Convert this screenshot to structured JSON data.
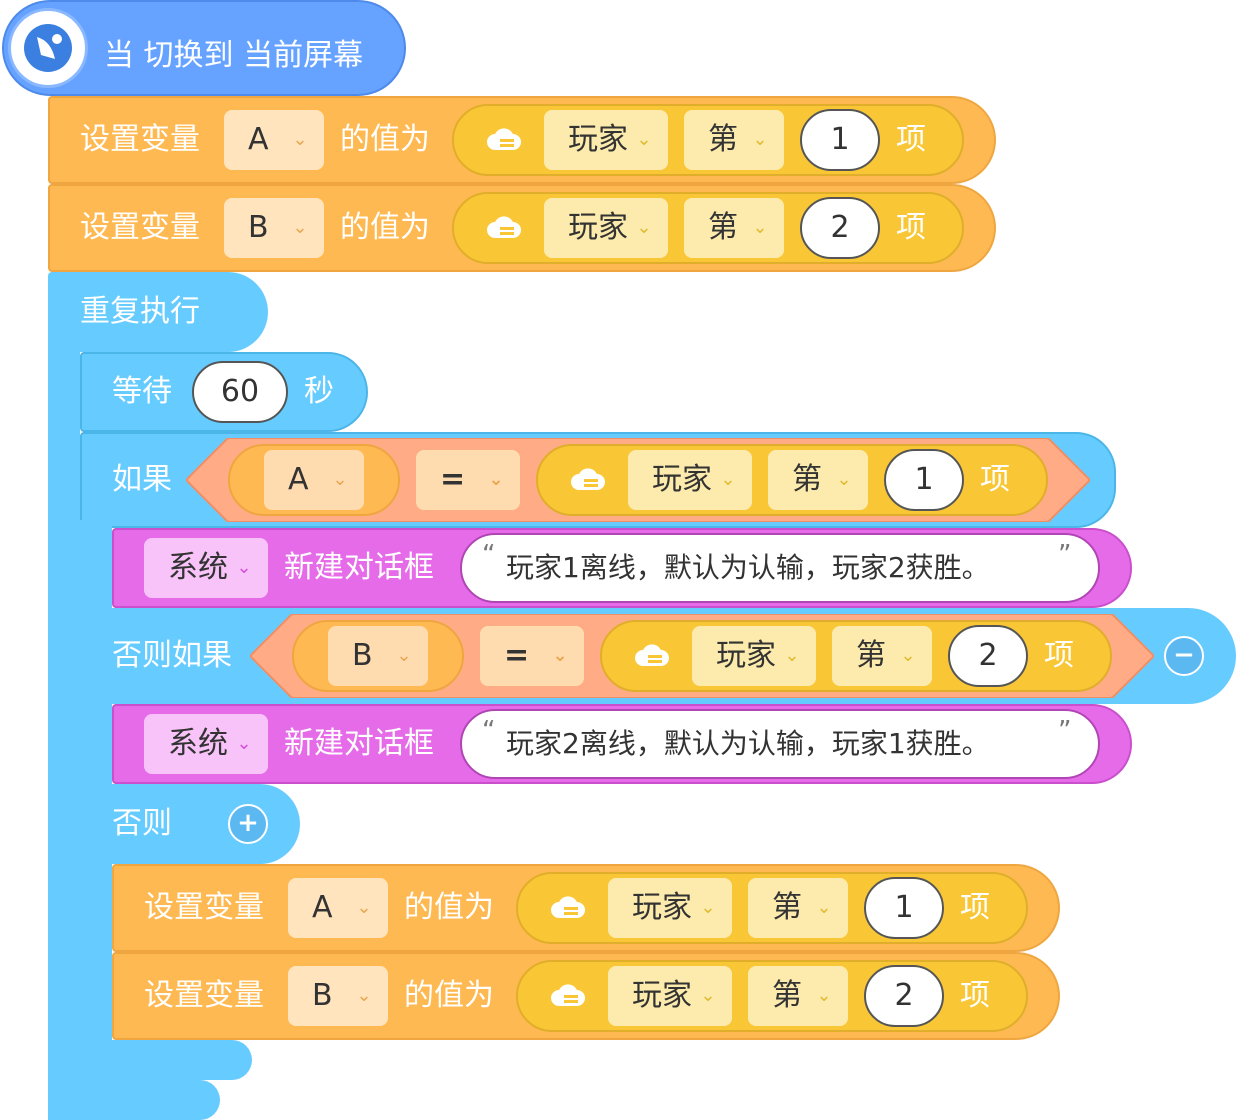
{
  "hat": {
    "label": "当 切换到 当前屏幕",
    "icon": "satellite-dish-icon"
  },
  "set_a": {
    "label": "设置变量",
    "var": "A",
    "value_label": "的值为",
    "list": "玩家",
    "pos": "第",
    "index": "1",
    "item": "项"
  },
  "set_b": {
    "label": "设置变量",
    "var": "B",
    "value_label": "的值为",
    "list": "玩家",
    "pos": "第",
    "index": "2",
    "item": "项"
  },
  "forever": {
    "label": "重复执行"
  },
  "wait": {
    "label": "等待",
    "value": "60",
    "unit": "秒"
  },
  "if": {
    "label": "如果",
    "var": "A",
    "op": "=",
    "list": "玩家",
    "pos": "第",
    "index": "1",
    "item": "项"
  },
  "dialog1": {
    "target": "系统",
    "label": "新建对话框",
    "text": "玩家1离线，默认为认输，玩家2获胜。"
  },
  "elseif": {
    "label": "否则如果",
    "var": "B",
    "op": "=",
    "list": "玩家",
    "pos": "第",
    "index": "2",
    "item": "项",
    "remove": "−"
  },
  "dialog2": {
    "target": "系统",
    "label": "新建对话框",
    "text": "玩家2离线，默认为认输，玩家1获胜。"
  },
  "else": {
    "label": "否则",
    "add": "+"
  },
  "inner_set_a": {
    "label": "设置变量",
    "var": "A",
    "value_label": "的值为",
    "list": "玩家",
    "pos": "第",
    "index": "1",
    "item": "项"
  },
  "inner_set_b": {
    "label": "设置变量",
    "var": "B",
    "value_label": "的值为",
    "list": "玩家",
    "pos": "第",
    "index": "2",
    "item": "项"
  },
  "quote_open": "“",
  "quote_close": "”",
  "chevron": "⌄",
  "colors": {
    "event": "#66A2FF",
    "variable": "#FFB952",
    "control": "#66CCFF",
    "dialog": "#E66BE9",
    "cloud": "#F9C736",
    "compare": "#FFAB86"
  }
}
